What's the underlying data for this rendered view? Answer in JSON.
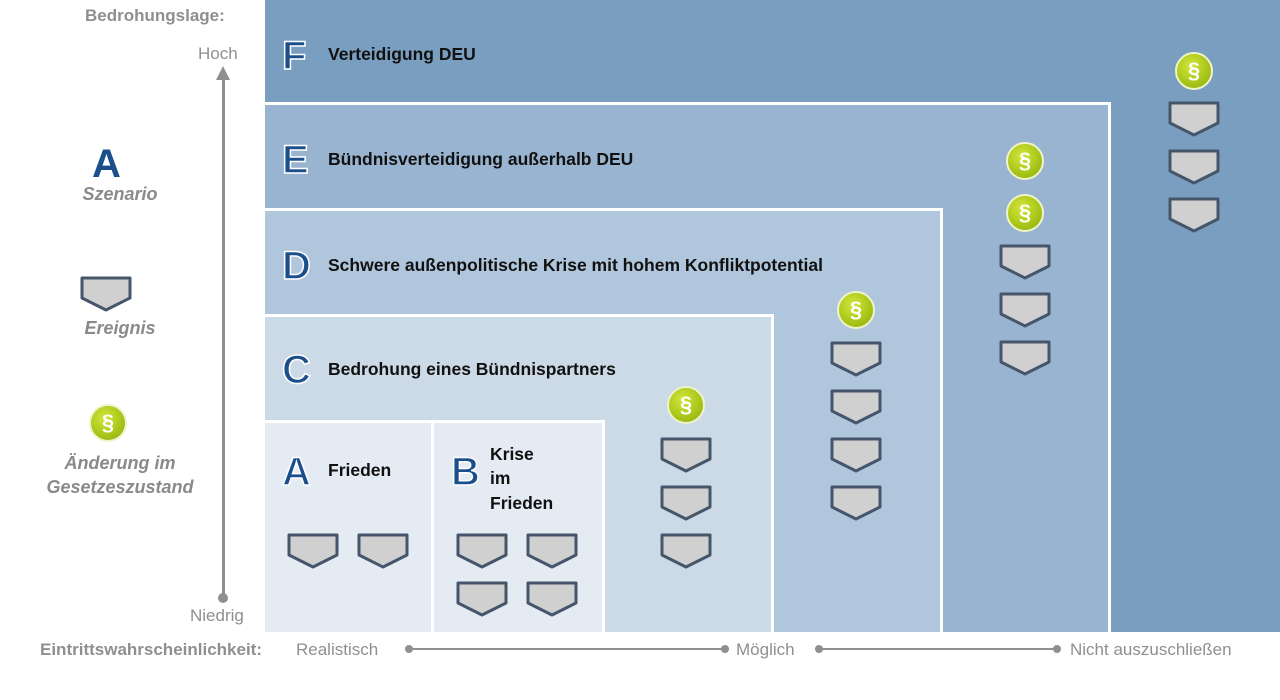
{
  "yaxis": {
    "title": "Bedrohungslage:",
    "high": "Hoch",
    "low": "Niedrig"
  },
  "xaxis": {
    "title": "Eintrittswahrscheinlichkeit:",
    "ticks": [
      "Realistisch",
      "Möglich",
      "Nicht auszuschließen"
    ]
  },
  "legend": {
    "scenario_letter": "A",
    "scenario_label": "Szenario",
    "event_label": "Ereignis",
    "law_symbol": "§",
    "law_label_line1": "Änderung im",
    "law_label_line2": "Gesetzeszustand"
  },
  "scenarios": {
    "f": {
      "letter": "F",
      "title": "Verteidigung DEU"
    },
    "e": {
      "letter": "E",
      "title": "Bündnisverteidigung außerhalb DEU"
    },
    "d": {
      "letter": "D",
      "title": "Schwere außenpolitische Krise mit hohem Konfliktpotential"
    },
    "c": {
      "letter": "C",
      "title": "Bedrohung eines Bündnispartners"
    },
    "a": {
      "letter": "A",
      "title": "Frieden"
    },
    "b": {
      "letter": "B",
      "title_line1": "Krise",
      "title_line2": "im",
      "title_line3": "Frieden"
    }
  },
  "colors": {
    "f": "#7a9ec0",
    "e": "#98b4d0",
    "d": "#b0c6dc",
    "c": "#ccdae7",
    "ab": "#e4ebf3",
    "letter": "#1a4f8c",
    "law_icon": "#a6c418",
    "event_fill": "#d0d0d0",
    "event_stroke": "#46566a"
  },
  "icons": {
    "event": "event-pentagon-icon",
    "law": "paragraph-icon"
  }
}
